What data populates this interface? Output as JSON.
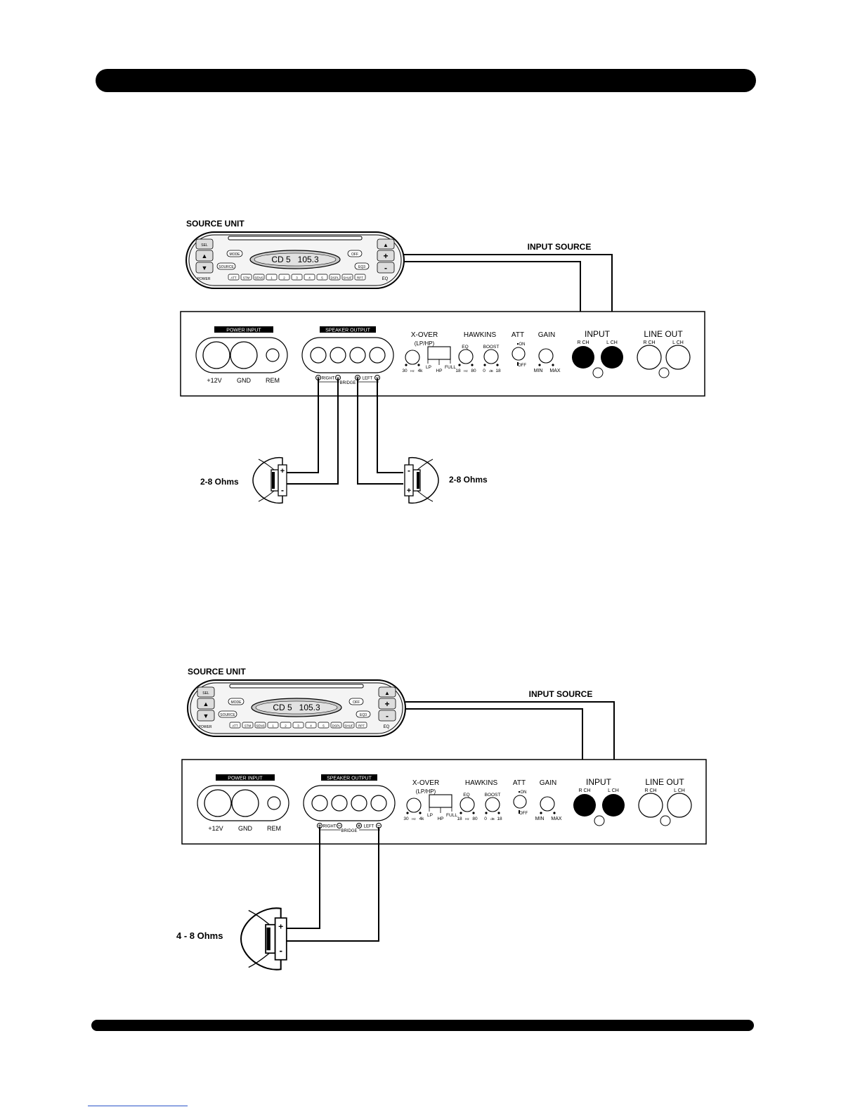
{
  "source_unit": {
    "label": "SOURCE UNIT",
    "display": "CD 5   105.3",
    "buttons": {
      "sel": "SEL",
      "up": "▲",
      "down": "▼",
      "power": "POWER",
      "mode": "MODE",
      "source": "SOURCE",
      "off": "OFF",
      "eq_small": "EQ3",
      "plus": "+",
      "minus": "-",
      "eject": "▲",
      "eq": "EQ"
    },
    "presets": [
      "ATT",
      "STM",
      "SENS",
      "1",
      "2",
      "3",
      "4",
      "5",
      "DSPL",
      "SHUF",
      "RPT"
    ]
  },
  "input_source_label": "INPUT SOURCE",
  "amplifier": {
    "power_input": "POWER INPUT",
    "terminals": [
      "+12V",
      "GND",
      "REM"
    ],
    "speaker_output": "SPEAKER OUTPUT",
    "right": "RIGHT",
    "left": "LEFT",
    "bridge": "BRIDGE",
    "xover": "X-OVER",
    "xover_sub": "(LP/HP)",
    "xover_range": [
      "30",
      "Hz",
      "4k"
    ],
    "switch_labels": [
      "LP",
      "HP",
      "FULL"
    ],
    "hawkins": "HAWKINS",
    "eq": "EQ",
    "eq_range": [
      "18",
      "Hz",
      "80"
    ],
    "boost": "BOOST",
    "boost_range": [
      "0",
      "dB",
      "18"
    ],
    "att": "ATT",
    "att_on": "ON",
    "att_off": "OFF",
    "gain": "GAIN",
    "gain_range": [
      "MIN",
      "MAX"
    ],
    "input": "INPUT",
    "line_out": "LINE OUT",
    "r_ch": "R CH",
    "l_ch": "L CH"
  },
  "diagram1": {
    "left_speaker_label": "2-8 Ohms",
    "right_speaker_label": "2-8 Ohms"
  },
  "diagram2": {
    "speaker_label": "4 - 8 Ohms"
  },
  "polarity": {
    "plus": "+",
    "minus": "-"
  }
}
